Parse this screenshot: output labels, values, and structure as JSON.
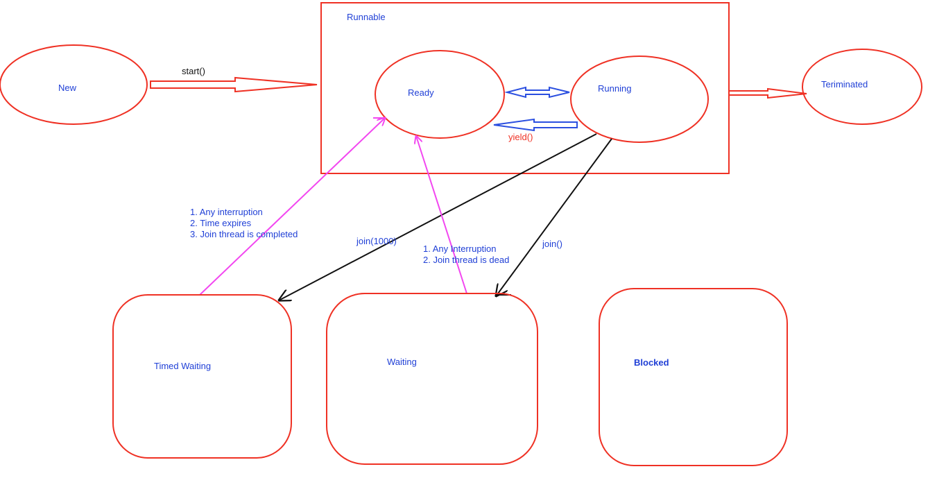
{
  "colors": {
    "state_stroke": "#ef3124",
    "label_blue": "#1f3fd6",
    "black_arrow": "#111111",
    "pink_arrow": "#f247f0",
    "blue_arrow": "#2b4fe0",
    "yield_red": "#ef3124"
  },
  "states": {
    "new": "New",
    "runnable": "Runnable",
    "ready": "Ready",
    "running": "Running",
    "terminated": "Teriminated",
    "timed_waiting": "Timed Waiting",
    "waiting": "Waiting",
    "blocked": "Blocked"
  },
  "transitions": {
    "start": "start()",
    "yield": "yield()",
    "join_timed": "join(1000)",
    "join": "join()",
    "timed_to_ready": [
      "1. Any interruption",
      "2. Time expires",
      "3. Join thread is completed"
    ],
    "waiting_to_ready": [
      "1. Any Interruption",
      "2. Join thread is dead"
    ]
  }
}
